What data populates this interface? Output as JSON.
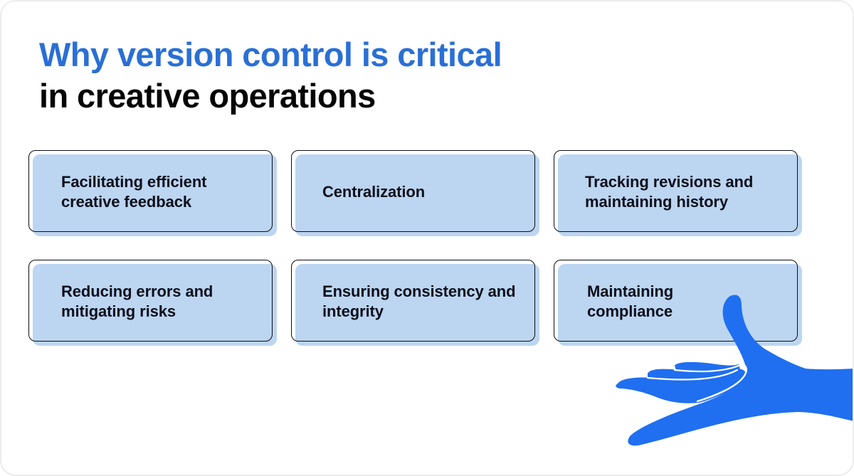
{
  "title": {
    "line1": "Why version control is critical",
    "line2": "in creative operations"
  },
  "cards": [
    {
      "label": "Facilitating efficient creative feedback"
    },
    {
      "label": "Centralization"
    },
    {
      "label": "Tracking revisions and maintaining history"
    },
    {
      "label": "Reducing errors and mitigating risks"
    },
    {
      "label": "Ensuring consistency and integrity"
    },
    {
      "label": "Maintaining compliance"
    }
  ],
  "colors": {
    "title_accent": "#2a6fd6",
    "title_dark": "#050505",
    "card_fill": "#bcd5f1",
    "card_outline": "#0d0d12",
    "hand": "#1f6ff0"
  },
  "illustration": {
    "icon": "open-hand-icon"
  }
}
